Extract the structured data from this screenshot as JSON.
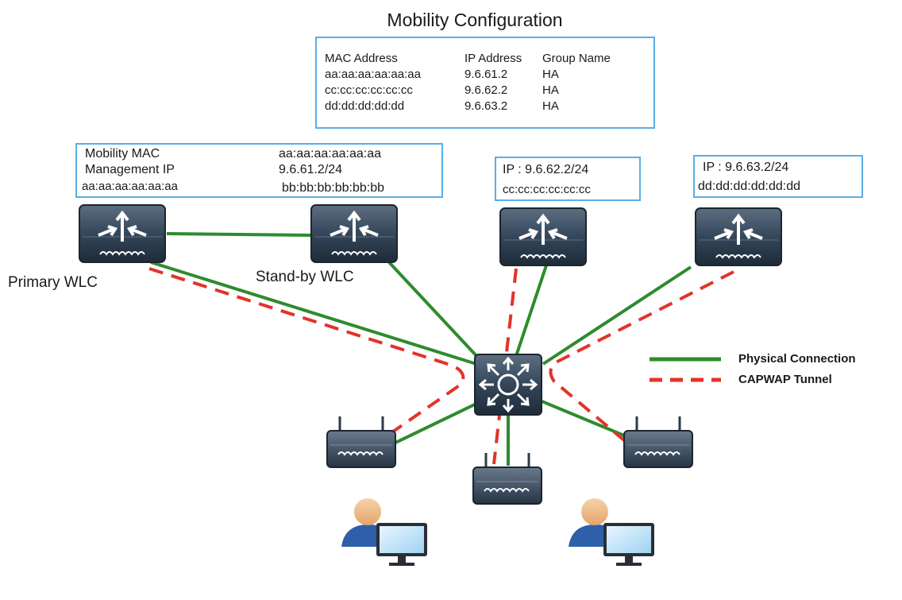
{
  "title": "Mobility Configuration",
  "mobility_table": {
    "headers": [
      "MAC Address",
      "IP Address",
      "Group Name"
    ],
    "rows": [
      [
        "aa:aa:aa:aa:aa:aa",
        "9.6.61.2",
        "HA"
      ],
      [
        "cc:cc:cc:cc:cc:cc",
        "9.6.62.2",
        "HA"
      ],
      [
        "dd:dd:dd:dd:dd",
        "9.6.63.2",
        "HA"
      ]
    ]
  },
  "wlc_info": {
    "mobility_mac_label": "Mobility MAC",
    "mobility_mac_value": "aa:aa:aa:aa:aa:aa",
    "management_ip_label": "Management IP",
    "management_ip_value": "9.6.61.2/24",
    "primary_mac": "aa:aa:aa:aa:aa:aa",
    "standby_mac": "bb:bb:bb:bb:bb:bb"
  },
  "controller_62": {
    "ip": "IP : 9.6.62.2/24",
    "mac": "cc:cc:cc:cc:cc:cc"
  },
  "controller_63": {
    "ip": "IP : 9.6.63.2/24",
    "mac": "dd:dd:dd:dd:dd:dd"
  },
  "labels": {
    "primary": "Primary WLC",
    "standby": "Stand-by WLC"
  },
  "legend": {
    "physical": "Physical Connection",
    "capwap": "CAPWAP Tunnel"
  },
  "colors": {
    "physical": "#2e8b2e",
    "capwap": "#e2342a",
    "box_border": "#5aaee6",
    "device_dark": "#2b3a4a"
  },
  "icons": [
    "wlc-icon",
    "switch-icon",
    "access-point-icon",
    "user-pc-icon"
  ]
}
